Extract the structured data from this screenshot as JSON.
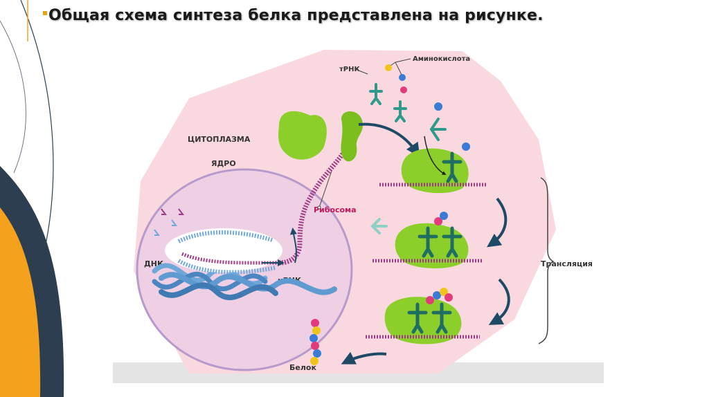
{
  "slide": {
    "title": "Общая схема синтеза белка представлена на рисунке.",
    "bullet_color": "#e8a319"
  },
  "diagram": {
    "labels": {
      "cytoplasm": "ЦИТОПЛАЗМА",
      "nucleus": "ЯДРО",
      "dna": "ДНК",
      "mrna": "иРНК",
      "ribosome": "Рибосома",
      "trna": "тРНК",
      "amino_acid": "Аминокислота",
      "translation": "Трансляция",
      "protein": "Белок"
    },
    "colors": {
      "cell_background": "#f9d9df",
      "nucleus_fill": "#eecfe4",
      "ribosome": "#8ccf2a",
      "trna": "#2f9a8b",
      "dna": "#6fa8d8",
      "mrna": "#a03a86",
      "arrow": "#1e4a66",
      "slide_accent_orange": "#f4a21e",
      "slide_accent_navy": "#2c3e50"
    },
    "icons": [
      "ribosome-icon",
      "trna-icon",
      "dna-helix-icon",
      "mrna-strand-icon",
      "amino-acid-icon",
      "protein-chain-icon",
      "arrow-icon"
    ]
  }
}
